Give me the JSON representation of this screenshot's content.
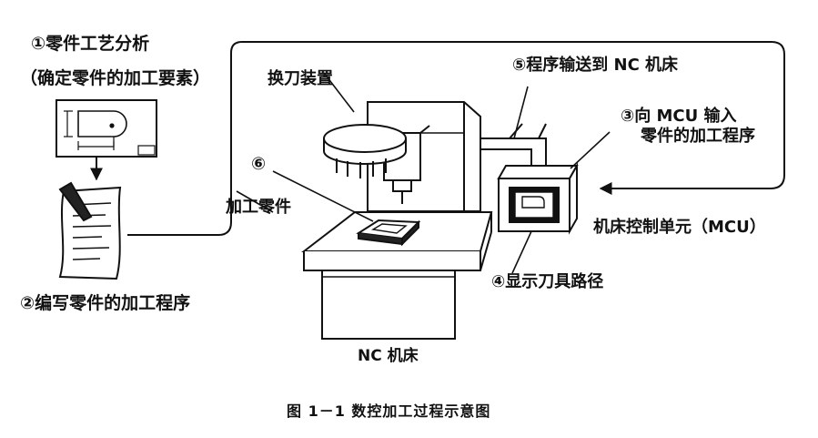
{
  "labels": {
    "step1_title": "①零件工艺分析",
    "step1_sub": "（确定零件的加工要素）",
    "step2": "②编写零件的加工程序",
    "step3_line1": "③向 MCU 输入",
    "step3_line2": "零件的加工程序",
    "step4": "④显示刀具路径",
    "step5": "⑤程序输送到 NC 机床",
    "step6": "⑥",
    "tool_changer": "换刀装置",
    "workpiece": "加工零件",
    "mcu": "机床控制单元（MCU）",
    "nc_machine": "NC 机床"
  },
  "caption": "图 1－1    数控加工过程示意图"
}
